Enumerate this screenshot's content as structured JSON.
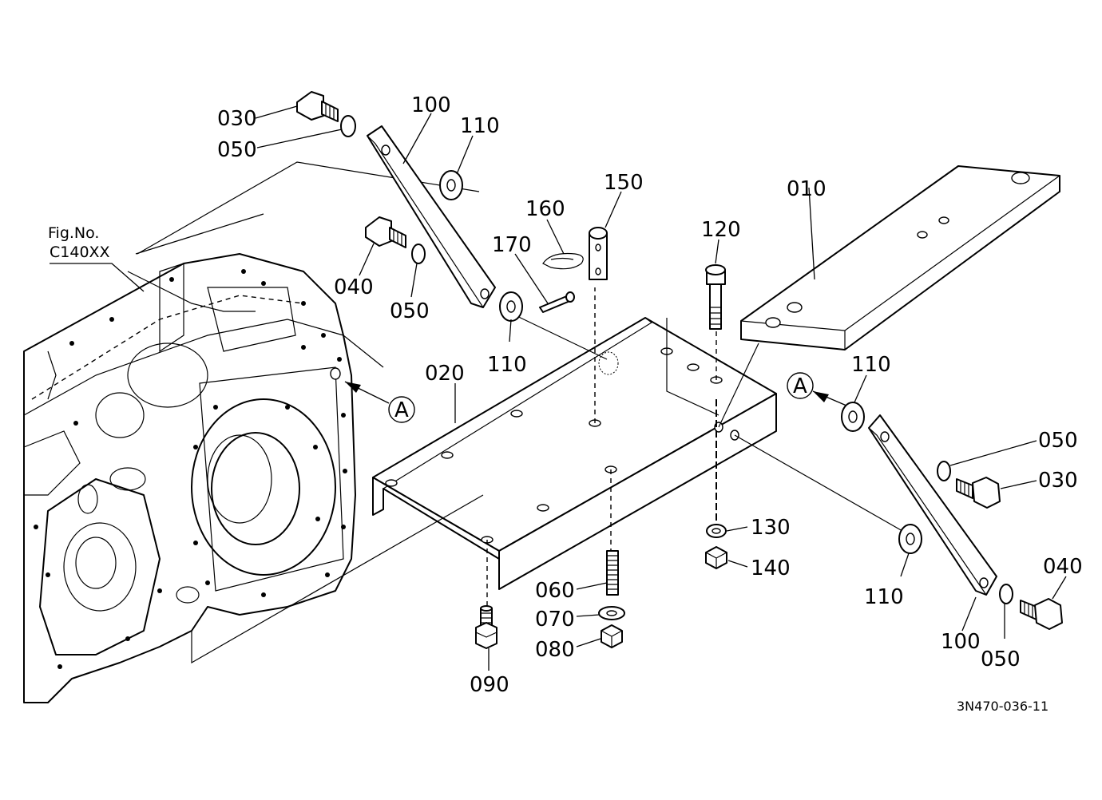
{
  "figure_ref": {
    "line1": "Fig.No.",
    "line2": "C140XX"
  },
  "callout_letter": "A",
  "drawing_number": "3N470-036-11",
  "part_labels": {
    "p010": "010",
    "p020": "020",
    "p030": "030",
    "p040": "040",
    "p050": "050",
    "p060": "060",
    "p070": "070",
    "p080": "080",
    "p090": "090",
    "p100": "100",
    "p110": "110",
    "p120": "120",
    "p130": "130",
    "p140": "140",
    "p150": "150",
    "p160": "160",
    "p170": "170"
  }
}
